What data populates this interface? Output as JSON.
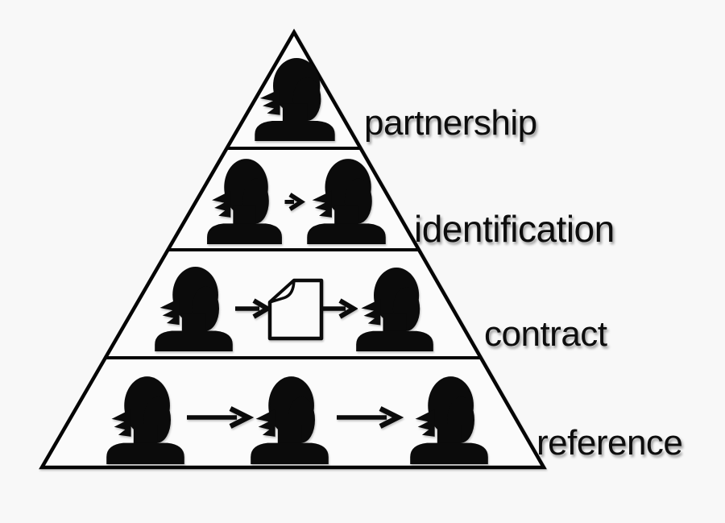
{
  "background_color": "#f8f8f8",
  "ink_color": "#0b0b0b",
  "pyramid_fill": "#fbfbfb",
  "diagram": {
    "type": "pyramid",
    "level_count": 4,
    "levels": [
      {
        "label": "partnership",
        "person_count": 1,
        "icons": [
          "person"
        ]
      },
      {
        "label": "identification",
        "person_count": 2,
        "icons": [
          "person",
          "arrow-right",
          "person"
        ]
      },
      {
        "label": "contract",
        "person_count": 2,
        "icons": [
          "person",
          "arrow-right",
          "document",
          "arrow-right",
          "person"
        ]
      },
      {
        "label": "reference",
        "person_count": 3,
        "icons": [
          "person",
          "arrow-right",
          "person",
          "arrow-right",
          "person"
        ]
      }
    ]
  }
}
